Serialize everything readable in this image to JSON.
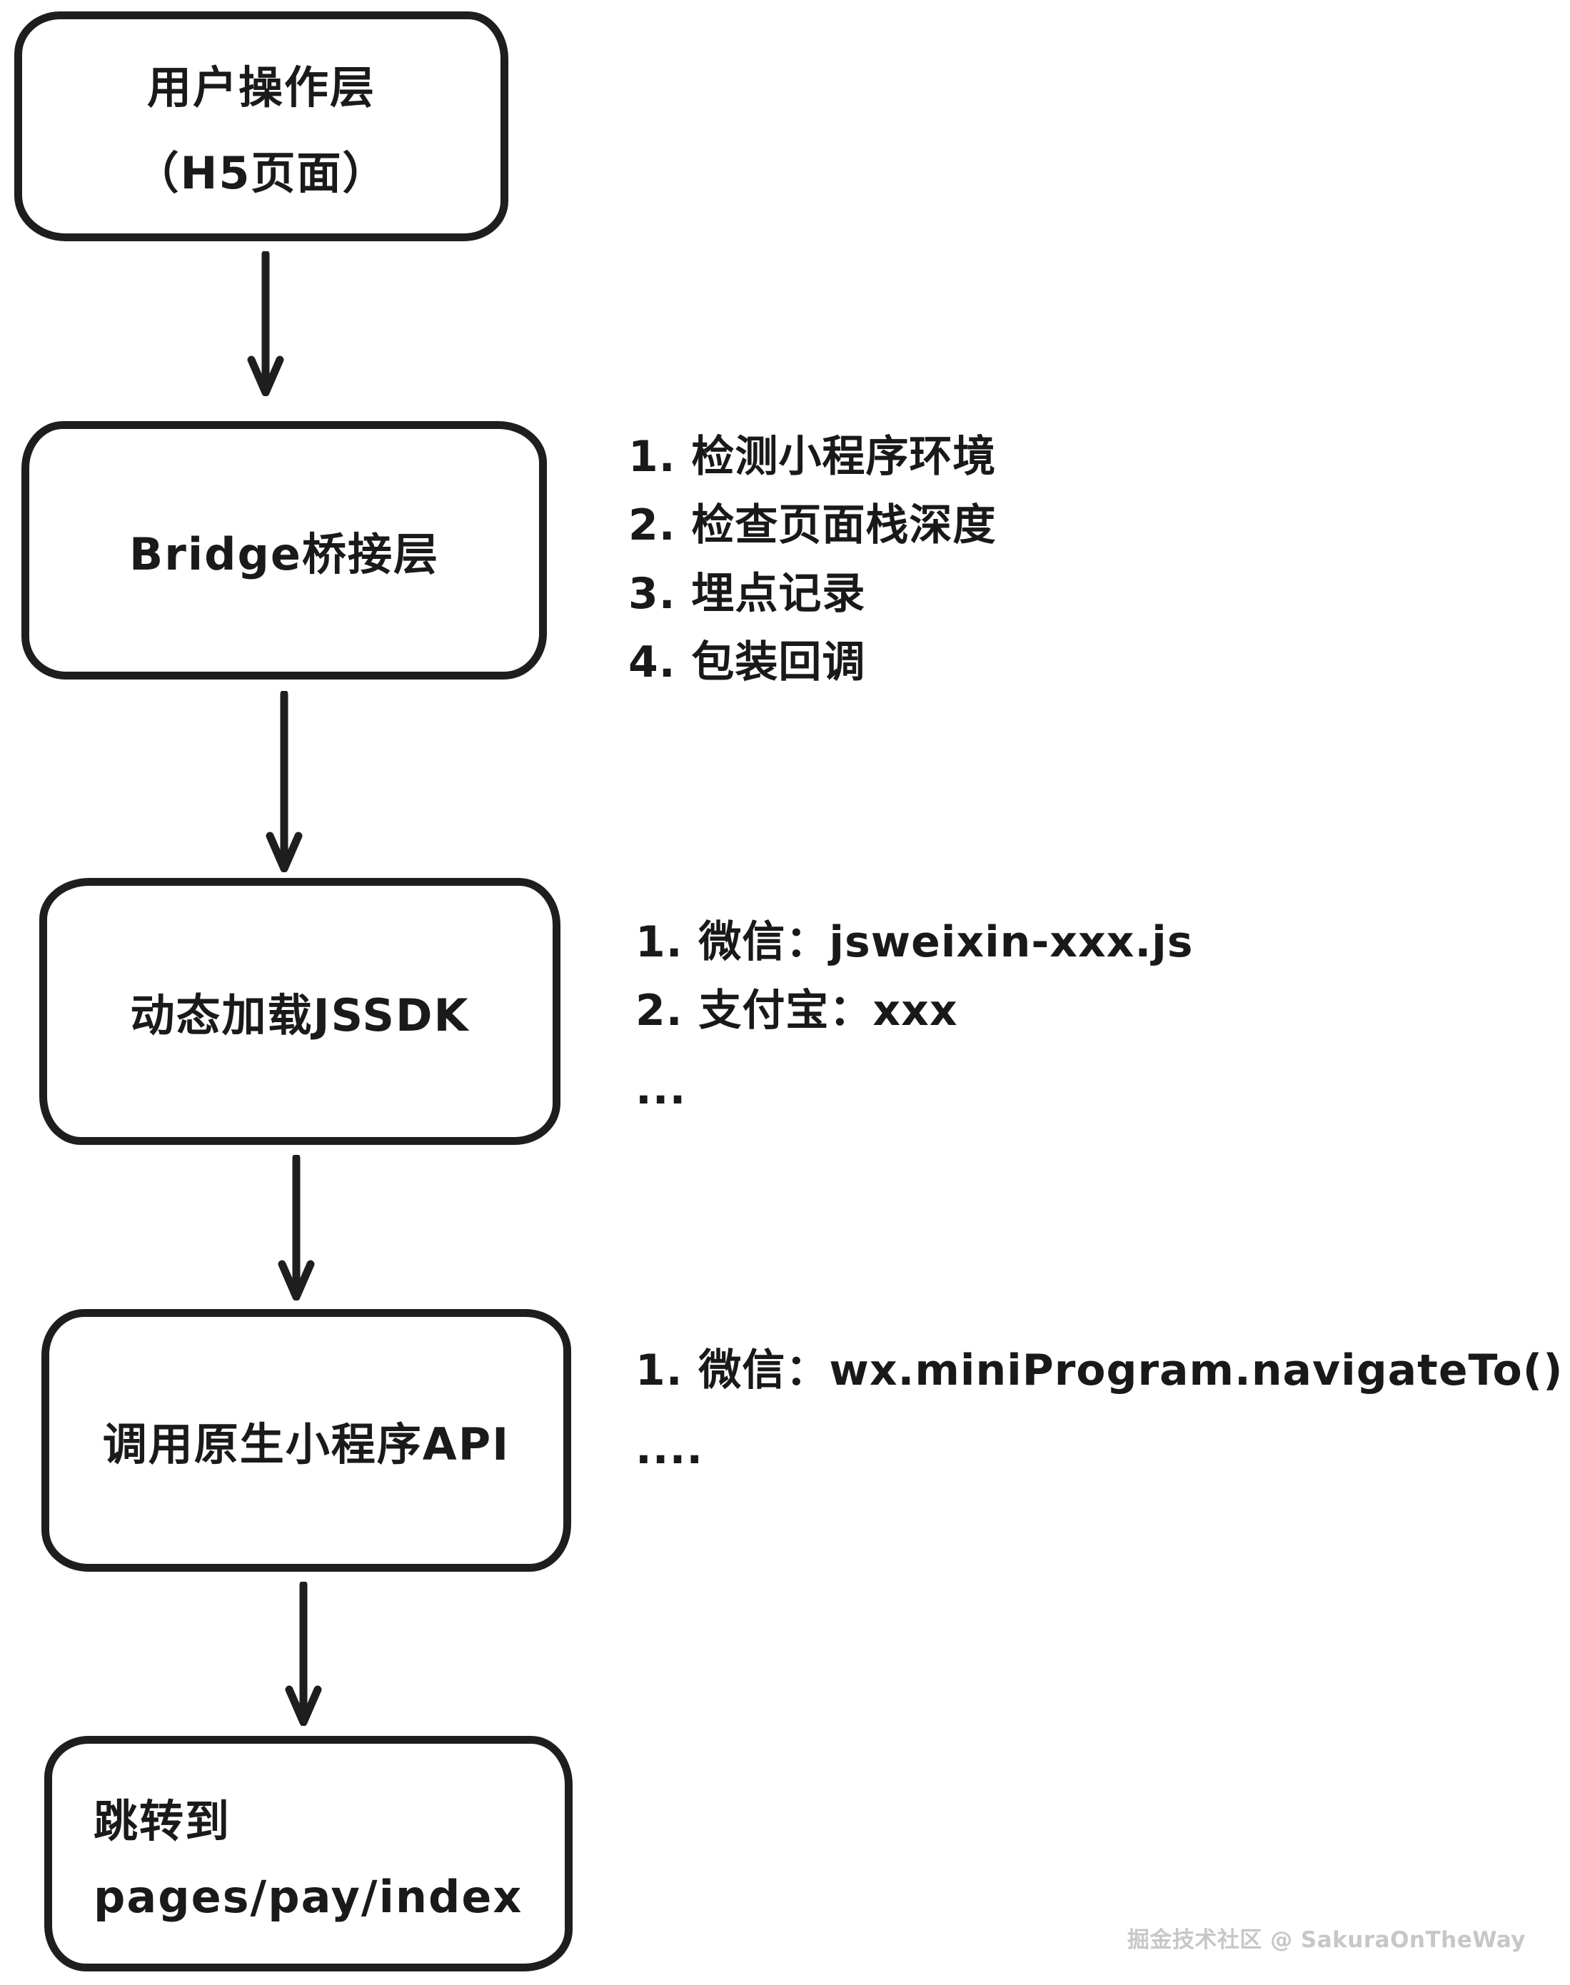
{
  "diagram": {
    "nodes": [
      {
        "name": "user-layer",
        "lines": [
          "用户操作层",
          "（H5页面）"
        ]
      },
      {
        "name": "bridge-layer",
        "lines": [
          "Bridge桥接层"
        ]
      },
      {
        "name": "load-jssdk",
        "lines": [
          "动态加载JSSDK"
        ]
      },
      {
        "name": "call-native-api",
        "lines": [
          "调用原生小程序API"
        ]
      },
      {
        "name": "jump-target",
        "lines": [
          "跳转到",
          "pages/pay/index"
        ]
      }
    ],
    "annotations": [
      {
        "items": [
          "1. 检测小程序环境",
          "2. 检查页面栈深度",
          "3. 埋点记录",
          "4. 包装回调"
        ]
      },
      {
        "items": [
          "1. 微信：jsweixin-xxx.js",
          "2. 支付宝：xxx",
          "..."
        ]
      },
      {
        "items": [
          "1. 微信：wx.miniProgram.navigateTo()",
          "...."
        ]
      }
    ]
  },
  "watermark": {
    "text": "掘金技术社区 @ SakuraOnTheWay"
  },
  "colors": {
    "stroke": "#1e1e1e",
    "background": "#ffffff",
    "watermark": "#c7c7c7"
  }
}
